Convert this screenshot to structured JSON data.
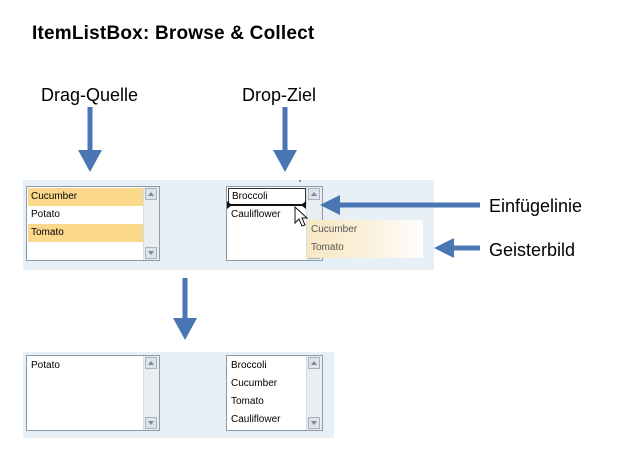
{
  "title": "ItemListBox:  Browse & Collect",
  "labels": {
    "source": "Drag-Quelle",
    "target": "Drop-Ziel",
    "insert_line": "Einfügelinie",
    "ghost_image": "Geisterbild"
  },
  "before": {
    "source_list": [
      {
        "text": "Cucumber",
        "selected": true
      },
      {
        "text": "Potato",
        "selected": false
      },
      {
        "text": "Tomato",
        "selected": true
      }
    ],
    "target_list": [
      {
        "text": "Broccoli"
      },
      {
        "text": "Cauliflower"
      }
    ],
    "ghost_items": [
      "Cucumber",
      "Tomato"
    ]
  },
  "after": {
    "source_list": [
      {
        "text": "Potato"
      }
    ],
    "target_list": [
      {
        "text": "Broccoli"
      },
      {
        "text": "Cucumber"
      },
      {
        "text": "Tomato"
      },
      {
        "text": "Cauliflower"
      }
    ]
  },
  "colors": {
    "arrow": "#4a77b4",
    "panel": "#e7eff7",
    "selection": "#fbd98c"
  }
}
